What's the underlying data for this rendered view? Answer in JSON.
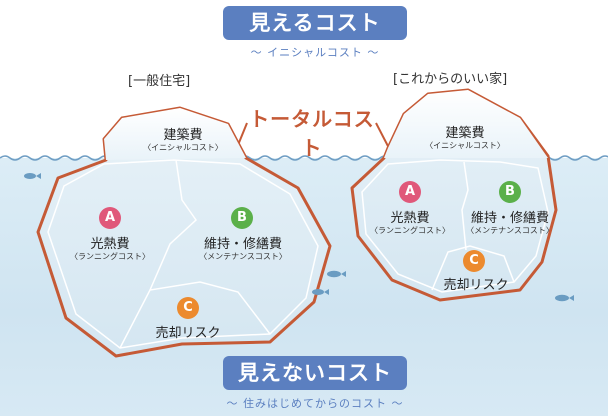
{
  "header": {
    "title": "見えるコスト",
    "subtitle": "～ イニシャルコスト ～"
  },
  "footer": {
    "title": "見えないコスト",
    "subtitle": "～ 住みはじめてからのコスト ～"
  },
  "center_label": "トータルコスト",
  "left_iceberg": {
    "label": "[一般住宅]",
    "tip": {
      "title": "建築費",
      "sub": "〈イニシャルコスト〉"
    },
    "a": {
      "badge": "A",
      "title": "光熱費",
      "sub": "〈ランニングコスト〉"
    },
    "b": {
      "badge": "B",
      "title": "維持・修繕費",
      "sub": "〈メンテナンスコスト〉"
    },
    "c": {
      "badge": "C",
      "title": "売却リスク"
    }
  },
  "right_iceberg": {
    "label": "[これからのいい家]",
    "tip": {
      "title": "建築費",
      "sub": "〈イニシャルコスト〉"
    },
    "a": {
      "badge": "A",
      "title": "光熱費",
      "sub": "〈ランニングコスト〉"
    },
    "b": {
      "badge": "B",
      "title": "維持・修繕費",
      "sub": "〈メンテナンスコスト〉"
    },
    "c": {
      "badge": "C",
      "title": "売却リスク"
    }
  },
  "colors": {
    "banner": "#5b7fc0",
    "outline": "#c55a36",
    "badge_a": "#e0587a",
    "badge_b": "#5bb04a",
    "badge_c": "#ec8a2e",
    "water_line": "#6f9ec4",
    "fish": "#6a9cc2"
  }
}
